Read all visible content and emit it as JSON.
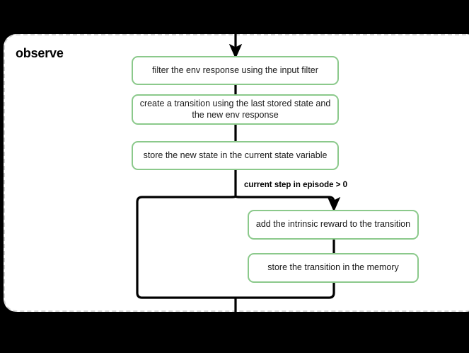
{
  "card": {
    "title": "observe",
    "border_style": "dashed",
    "border_color": "#d3d3d3",
    "background": "#ffffff"
  },
  "theme": {
    "node_border_color": "#8bc98b",
    "node_background": "#ffffff",
    "connector_color": "#000000",
    "page_background": "#000000",
    "text_color": "#1a1a1a"
  },
  "chart_data": {
    "type": "flowchart",
    "title": "observe",
    "nodes": [
      {
        "id": "filter",
        "label": "filter the env response using the input filter"
      },
      {
        "id": "transition",
        "label": "create a transition using the last stored state and the new env response"
      },
      {
        "id": "store_state",
        "label": "store the new state in the current state variable"
      },
      {
        "id": "intrinsic",
        "label": "add the intrinsic reward to the transition"
      },
      {
        "id": "store_memory",
        "label": "store the transition in the memory"
      }
    ],
    "edges": [
      {
        "from": "entry",
        "to": "filter",
        "label": "",
        "arrow": true
      },
      {
        "from": "filter",
        "to": "transition",
        "label": "",
        "arrow": false
      },
      {
        "from": "transition",
        "to": "store_state",
        "label": "",
        "arrow": false
      },
      {
        "from": "store_state",
        "to": "intrinsic",
        "label": "current step in episode > 0",
        "arrow": true
      },
      {
        "from": "store_state",
        "to": "merge",
        "label": "",
        "arrow": false
      },
      {
        "from": "intrinsic",
        "to": "store_memory",
        "label": "",
        "arrow": false
      },
      {
        "from": "store_memory",
        "to": "merge",
        "label": "",
        "arrow": false
      },
      {
        "from": "merge",
        "to": "exit",
        "label": "",
        "arrow": false
      }
    ]
  },
  "nodes": {
    "filter": {
      "label": "filter the env response using the input filter"
    },
    "transition": {
      "label": "create a transition using the last stored state and the new env response"
    },
    "store_state": {
      "label": "store the new state in the current state variable"
    },
    "intrinsic": {
      "label": "add the intrinsic reward to the transition"
    },
    "store_memory": {
      "label": "store the transition in the memory"
    }
  },
  "labels": {
    "branch_condition": "current step in episode > 0"
  }
}
